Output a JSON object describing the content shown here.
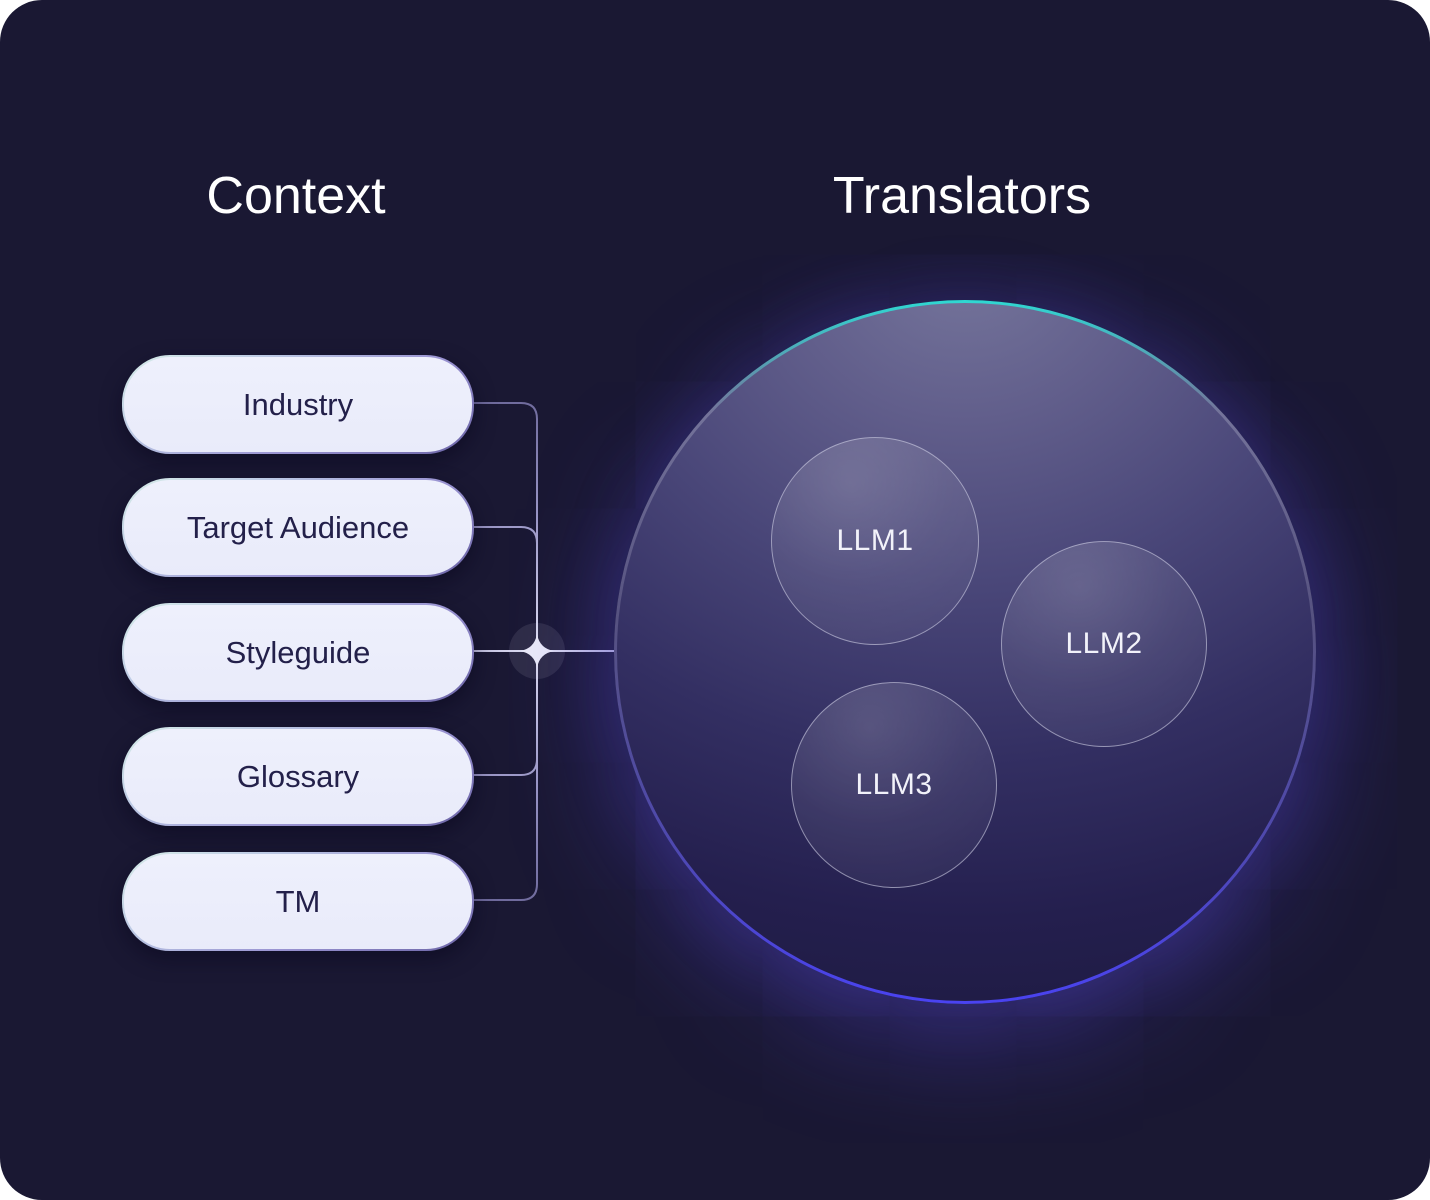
{
  "diagram": {
    "left_heading": "Context",
    "right_heading": "Translators",
    "context_items": [
      {
        "label": "Industry"
      },
      {
        "label": "Target Audience"
      },
      {
        "label": "Styleguide"
      },
      {
        "label": "Glossary"
      },
      {
        "label": "TM"
      }
    ],
    "translator_nodes": [
      {
        "label": "LLM1"
      },
      {
        "label": "LLM2"
      },
      {
        "label": "LLM3"
      }
    ],
    "colors": {
      "background": "#1a1833",
      "heading_text": "#ffffff",
      "pill_fill": "#edeffc",
      "pill_text": "#23204a",
      "pill_border_top": "#d9efe9",
      "pill_border_bottom": "#6b64a6",
      "connector_bright": "#e2e2f5",
      "connector_dim": "#534e82",
      "circle_border_top": "#2fd8d2",
      "circle_border_bottom": "#4a43f2",
      "llm_text": "#f2f2fa"
    }
  }
}
